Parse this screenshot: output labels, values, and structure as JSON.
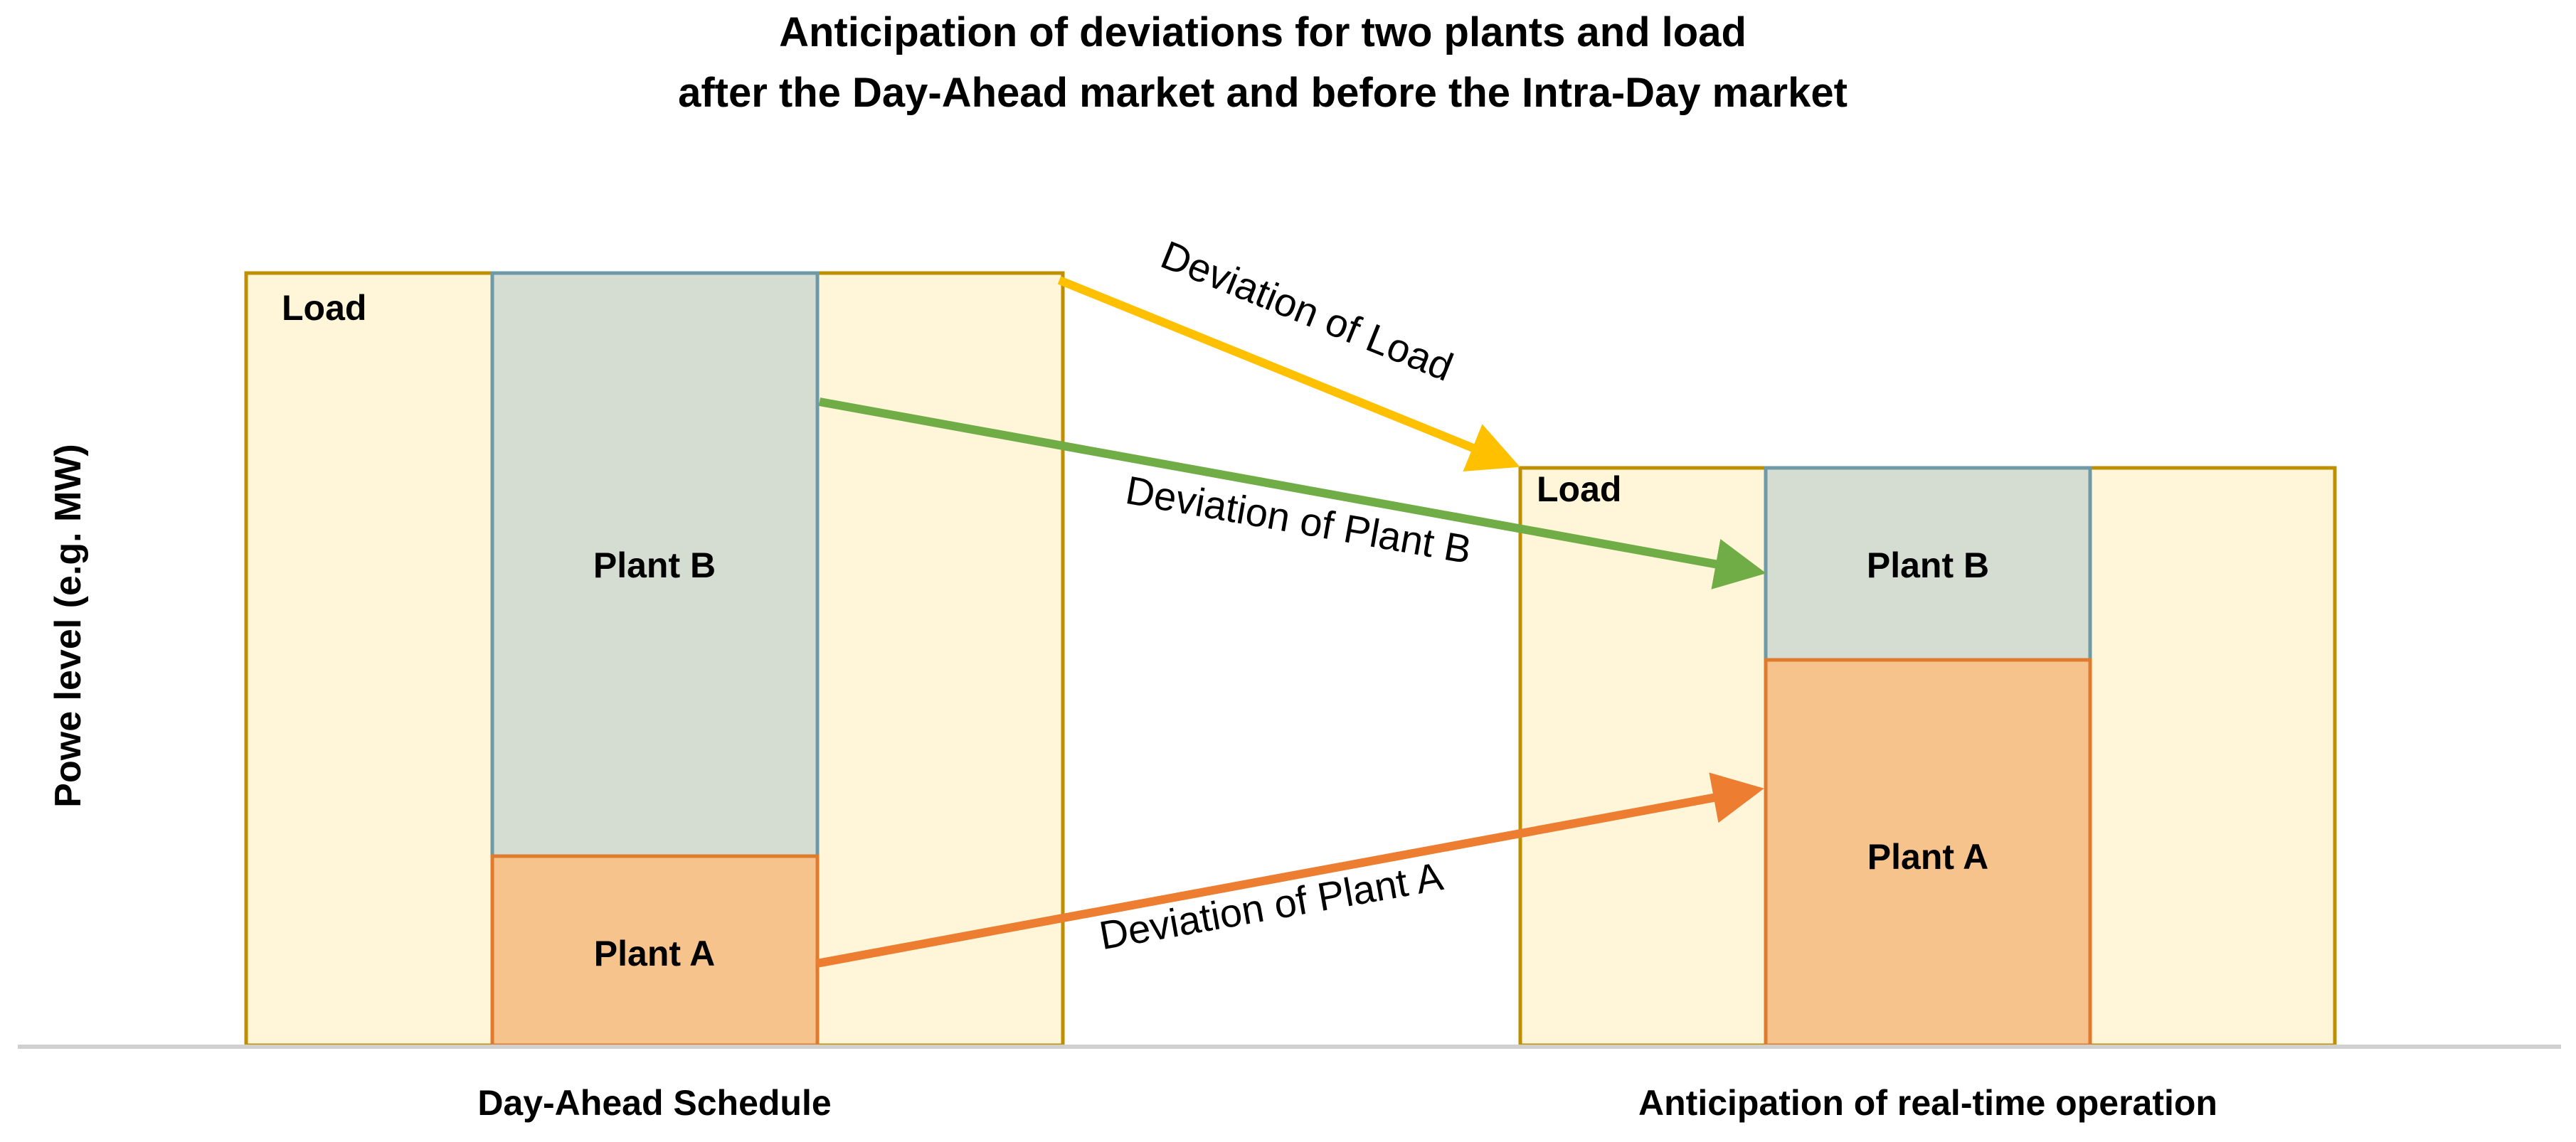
{
  "title": {
    "line1": "Anticipation of deviations for two plants and load",
    "line2": "after the Day-Ahead market and before the Intra-Day market"
  },
  "y_axis_label": "Powe level (e.g. MW)",
  "categories": [
    "Day-Ahead Schedule",
    "Anticipation of real-time operation"
  ],
  "day_ahead": {
    "load_label": "Load",
    "plant_b_label": "Plant B",
    "plant_a_label": "Plant A"
  },
  "real_time": {
    "load_label": "Load",
    "plant_b_label": "Plant B",
    "plant_a_label": "Plant A"
  },
  "arrows": {
    "load": "Deviation of Load",
    "plant_b": "Deviation of Plant B",
    "plant_a": "Deviation of Plant A"
  },
  "colors": {
    "load_fill": "#FFF5D9",
    "load_border": "#BF8F00",
    "plant_b_fill": "#D5DDD2",
    "plant_b_border": "#6E9AA8",
    "plant_a_fill": "#F7C38C",
    "plant_a_border": "#E07B2E",
    "arrow_load": "#FFC000",
    "arrow_plant_b": "#70AD47",
    "arrow_plant_a": "#ED7D31",
    "baseline": "#D0D0D0"
  }
}
